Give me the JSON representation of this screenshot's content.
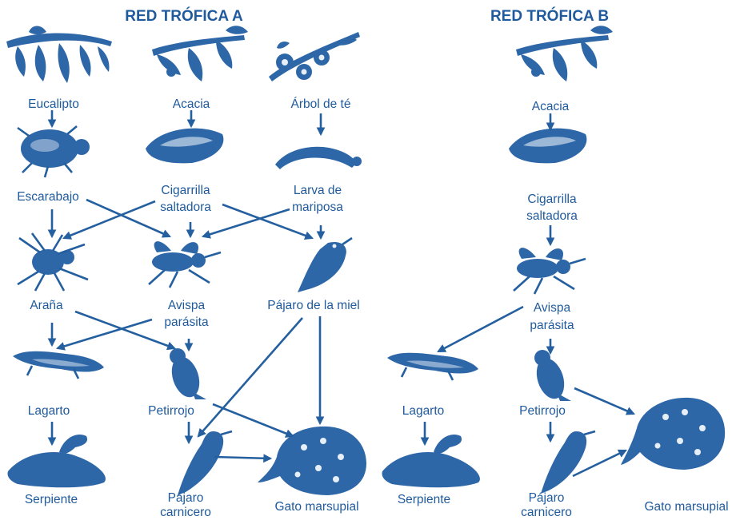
{
  "diagram": {
    "accent_color": "#1f5a9c",
    "web_a": {
      "title": "RED TRÓFICA A",
      "nodes": {
        "eucalipto": "Eucalipto",
        "acacia": "Acacia",
        "arbol_te": "Árbol de té",
        "escarabajo": "Escarabajo",
        "cigarrilla_1": "Cigarrilla",
        "cigarrilla_2": "saltadora",
        "larva_1": "Larva de",
        "larva_2": "mariposa",
        "arana": "Araña",
        "avispa_1": "Avispa",
        "avispa_2": "parásita",
        "pajaro_miel": "Pájaro de la miel",
        "lagarto": "Lagarto",
        "petirrojo": "Petirrojo",
        "serpiente": "Serpiente",
        "carnicero_1": "Pájaro",
        "carnicero_2": "carnicero",
        "gato": "Gato marsupial"
      }
    },
    "web_b": {
      "title": "RED TRÓFICA B",
      "nodes": {
        "acacia": "Acacia",
        "cigarrilla_1": "Cigarrilla",
        "cigarrilla_2": "saltadora",
        "avispa_1": "Avispa",
        "avispa_2": "parásita",
        "lagarto": "Lagarto",
        "petirrojo": "Petirrojo",
        "serpiente": "Serpiente",
        "carnicero_1": "Pájaro",
        "carnicero_2": "carnicero",
        "gato": "Gato marsupial"
      }
    }
  }
}
